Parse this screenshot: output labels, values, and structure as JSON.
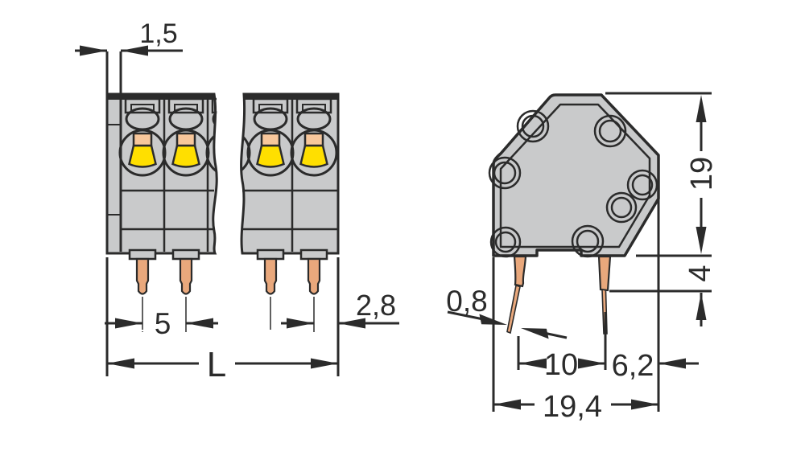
{
  "drawing": {
    "type": "technical dimensional drawing",
    "subject": "PCB terminal block — front view (left) and side profile view (right)",
    "views": {
      "front": {
        "description": "multi-pole terminal block front elevation with break lines, push-buttons and solder pins",
        "dimensions": {
          "wall_thickness": "1,5",
          "pin_pitch": "5",
          "pin_to_edge": "2,8",
          "total_length": "L"
        }
      },
      "side": {
        "description": "side profile plate with mounting holes and two bent solder pins",
        "dimensions": {
          "overall_height": "19",
          "pin_shoulder_length": "4",
          "pin_thickness": "0,8",
          "pin_spacing": "10",
          "pin_to_edge": "6,2",
          "overall_depth": "19,4"
        }
      }
    },
    "colors": {
      "background": "#ffffff",
      "body_gray": "#c9cacb",
      "body_gray_light": "#d2d3d4",
      "outline": "#2b2b2b",
      "button_yellow": "#ffdf00",
      "button_peach": "#f8c79b",
      "pin_copper": "#e9a87c"
    }
  },
  "labels": {
    "dim_1_5": "1,5",
    "dim_5": "5",
    "dim_2_8": "2,8",
    "dim_L": "L",
    "dim_0_8": "0,8",
    "dim_10": "10",
    "dim_6_2": "6,2",
    "dim_19_4": "19,4",
    "dim_19": "19",
    "dim_4": "4"
  }
}
